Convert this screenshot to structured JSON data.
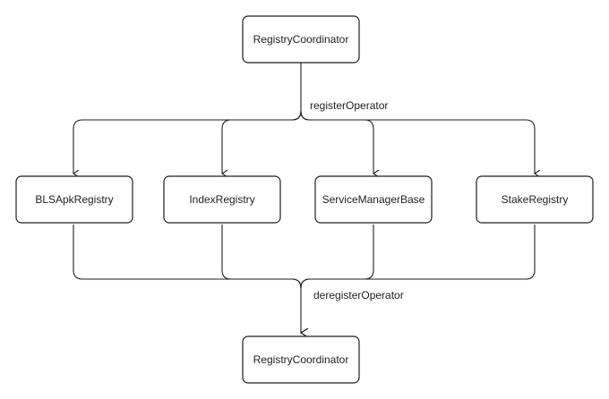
{
  "diagram": {
    "top_node": "RegistryCoordinator",
    "bottom_node": "RegistryCoordinator",
    "register_label": "registerOperator",
    "deregister_label": "deregisterOperator",
    "middle_nodes": [
      "BLSApkRegistry",
      "IndexRegistry",
      "ServiceManagerBase",
      "StakeRegistry"
    ]
  }
}
